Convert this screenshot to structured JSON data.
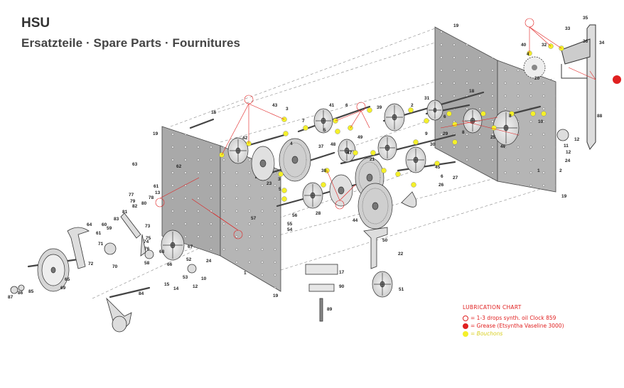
{
  "header": {
    "brand": "HSU",
    "subtitle": "Ersatzteile · Spare Parts · Fournitures"
  },
  "legend": {
    "title": "LUBRICATION CHART",
    "oil": "= 1-3 drops synth. oil Clock 859",
    "grease": "= Grease (Etsyntha Vaseline 3000)",
    "bushing": "= Bouchons",
    "colors": {
      "oil": "#e02020",
      "grease": "#e02020",
      "bushing": "#f4f02a"
    }
  },
  "part_labels": [
    "35",
    "33",
    "32",
    "40",
    "4",
    "36",
    "34",
    "19",
    "20",
    "88",
    "18",
    "31",
    "43",
    "3",
    "41",
    "6",
    "39",
    "7",
    "2",
    "49",
    "42",
    "48",
    "5",
    "9",
    "30",
    "29",
    "46",
    "8",
    "11",
    "12",
    "24",
    "37",
    "47",
    "21",
    "45",
    "38",
    "23",
    "6",
    "27",
    "26",
    "19",
    "16",
    "19",
    "63",
    "62",
    "77",
    "61",
    "13",
    "78",
    "79",
    "82",
    "80",
    "81",
    "83",
    "60",
    "59",
    "61",
    "64",
    "56",
    "55",
    "54",
    "28",
    "44",
    "57",
    "73",
    "75",
    "74",
    "76",
    "71",
    "72",
    "70",
    "69",
    "65",
    "85",
    "86",
    "87",
    "67",
    "68",
    "66",
    "58",
    "53",
    "52",
    "14",
    "15",
    "12",
    "10",
    "24",
    "1",
    "17",
    "90",
    "50",
    "22",
    "51",
    "84",
    "89",
    "19",
    "5",
    "3",
    "12",
    "1",
    "4",
    "2",
    "8",
    "6",
    "10",
    "25"
  ]
}
